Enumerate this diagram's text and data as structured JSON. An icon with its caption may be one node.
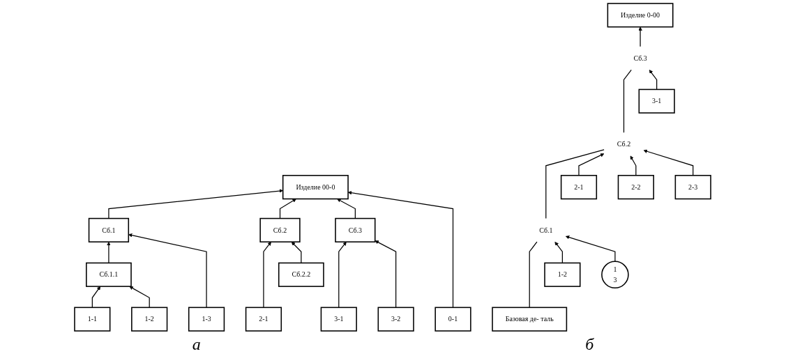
{
  "diagram": {
    "nodes": [
      {
        "text": [
          "Изделие 00-0"
        ]
      },
      {
        "text": [
          "Сб.1"
        ]
      },
      {
        "text": [
          "Сб.2"
        ]
      },
      {
        "text": [
          "Сб.3"
        ]
      },
      {
        "text": [
          "Сб.1.1"
        ]
      },
      {
        "text": [
          "Сб.2.2"
        ]
      },
      {
        "text": [
          "1-1"
        ]
      },
      {
        "text": [
          "1-2"
        ]
      },
      {
        "text": [
          "1-3"
        ]
      },
      {
        "text": [
          "2-1"
        ]
      },
      {
        "text": [
          "3-1"
        ]
      },
      {
        "text": [
          "3-2"
        ]
      },
      {
        "text": [
          "0-1"
        ]
      },
      {
        "text": [
          "Базовая де- таль"
        ]
      },
      {
        "text": [
          "Сб.1"
        ]
      },
      {
        "text": [
          "Сб.2"
        ]
      },
      {
        "text": [
          "Сб.3"
        ]
      },
      {
        "text": [
          "1-2"
        ]
      },
      {
        "text": [
          "1",
          "3"
        ]
      },
      {
        "text": [
          "3-1"
        ]
      },
      {
        "text": [
          "2-1"
        ]
      },
      {
        "text": [
          "2-2"
        ]
      },
      {
        "text": [
          "2-3"
        ]
      },
      {
        "text": [
          "Изделие 0-00"
        ]
      }
    ],
    "edges": [
      {
        "from": 1,
        "to": 0,
        "arrow": "to"
      },
      {
        "from": 2,
        "to": 0,
        "arrow": "to"
      },
      {
        "from": 3,
        "to": 0,
        "arrow": "to"
      },
      {
        "from": 12,
        "to": 0,
        "arrow": "to"
      },
      {
        "from": 4,
        "to": 1,
        "arrow": "to"
      },
      {
        "from": 8,
        "to": 1,
        "arrow": "to"
      },
      {
        "from": 9,
        "to": 2,
        "arrow": "to"
      },
      {
        "from": 5,
        "to": 2,
        "arrow": "to"
      },
      {
        "from": 10,
        "to": 3,
        "arrow": "to"
      },
      {
        "from": 11,
        "to": 3,
        "arrow": "to"
      },
      {
        "from": 6,
        "to": 4,
        "arrow": "to"
      },
      {
        "from": 7,
        "to": 4,
        "arrow": "to"
      },
      {
        "from": 13,
        "to": 14,
        "arrow": "none"
      },
      {
        "from": 14,
        "to": 15,
        "arrow": "none"
      },
      {
        "from": 15,
        "to": 16,
        "arrow": "none"
      },
      {
        "from": 16,
        "to": 23,
        "arrow": "to"
      },
      {
        "from": 17,
        "to": 14,
        "arrow": "to"
      },
      {
        "from": 18,
        "to": 14,
        "arrow": "to"
      },
      {
        "from": 20,
        "to": 15,
        "arrow": "to"
      },
      {
        "from": 21,
        "to": 15,
        "arrow": "to"
      },
      {
        "from": 22,
        "to": 15,
        "arrow": "to"
      },
      {
        "from": 19,
        "to": 16,
        "arrow": "to"
      }
    ],
    "labels": [
      "а",
      "б"
    ]
  }
}
